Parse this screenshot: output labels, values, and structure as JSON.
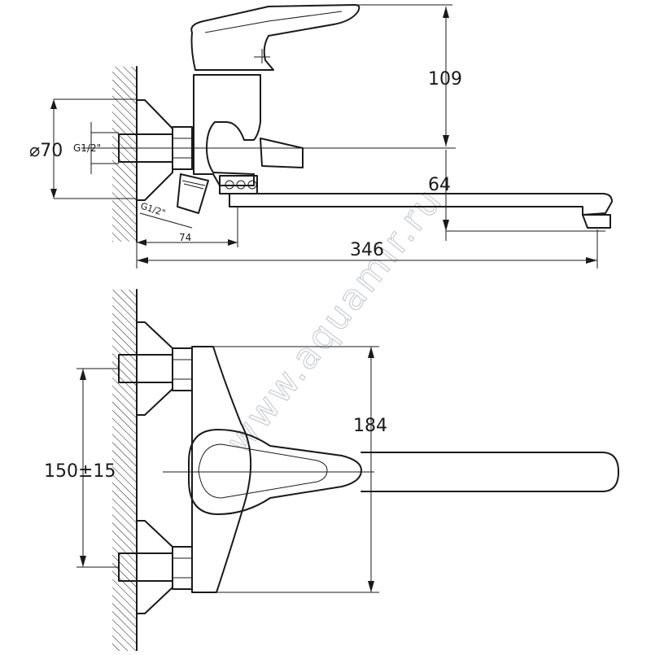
{
  "drawing": {
    "side_view": {
      "dim_height_top": "109",
      "dim_height_spout": "64",
      "dim_flange_diameter": "⌀70",
      "dim_thread_top": "G1/2\"",
      "dim_thread_bottom": "G1/2\"",
      "dim_offset": "74",
      "dim_overall_length": "346"
    },
    "front_view": {
      "dim_body_height": "184",
      "dim_center_distance": "150±15"
    },
    "watermark": "www.aquamir.ru"
  }
}
